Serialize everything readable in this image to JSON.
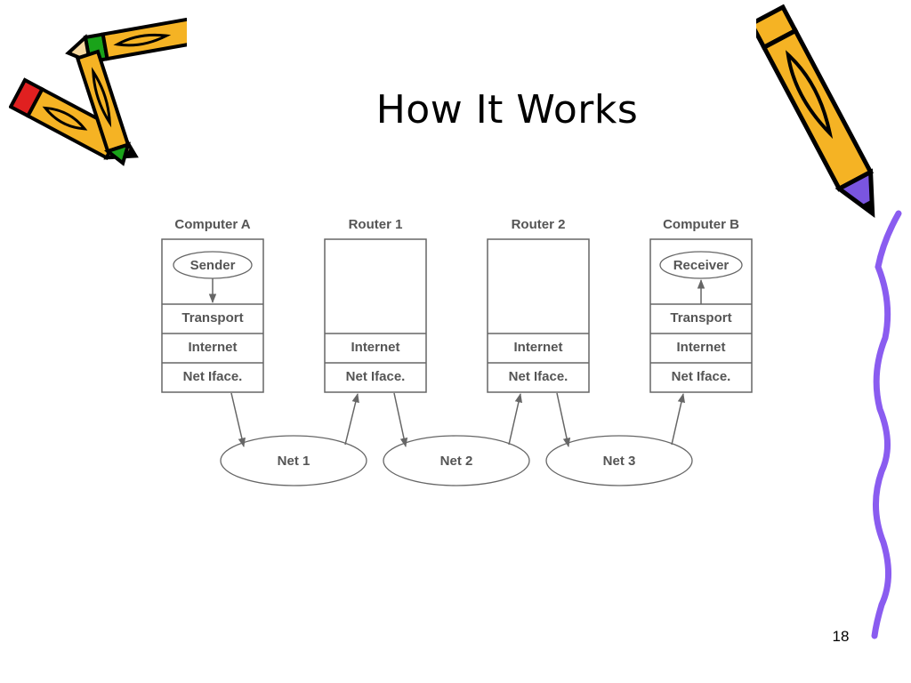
{
  "slide": {
    "title": "How It Works",
    "page_number": "18"
  },
  "diagram": {
    "nodes": [
      {
        "title": "Computer A",
        "app": "Sender",
        "app_direction": "down",
        "layers": [
          "Transport",
          "Internet",
          "Net Iface."
        ]
      },
      {
        "title": "Router 1",
        "app": "",
        "layers": [
          "Internet",
          "Net Iface."
        ]
      },
      {
        "title": "Router 2",
        "app": "",
        "layers": [
          "Internet",
          "Net Iface."
        ]
      },
      {
        "title": "Computer B",
        "app": "Receiver",
        "app_direction": "up",
        "layers": [
          "Transport",
          "Internet",
          "Net Iface."
        ]
      }
    ],
    "networks": [
      "Net 1",
      "Net 2",
      "Net 3"
    ]
  },
  "decorations": {
    "pencil_colors": {
      "body": "#f5b324",
      "outline": "#000000",
      "eraser_red": "#e02020",
      "eraser_green": "#1aa31a",
      "tip_purple": "#7a55e0"
    },
    "squiggle_color": "#8a5cf0"
  }
}
